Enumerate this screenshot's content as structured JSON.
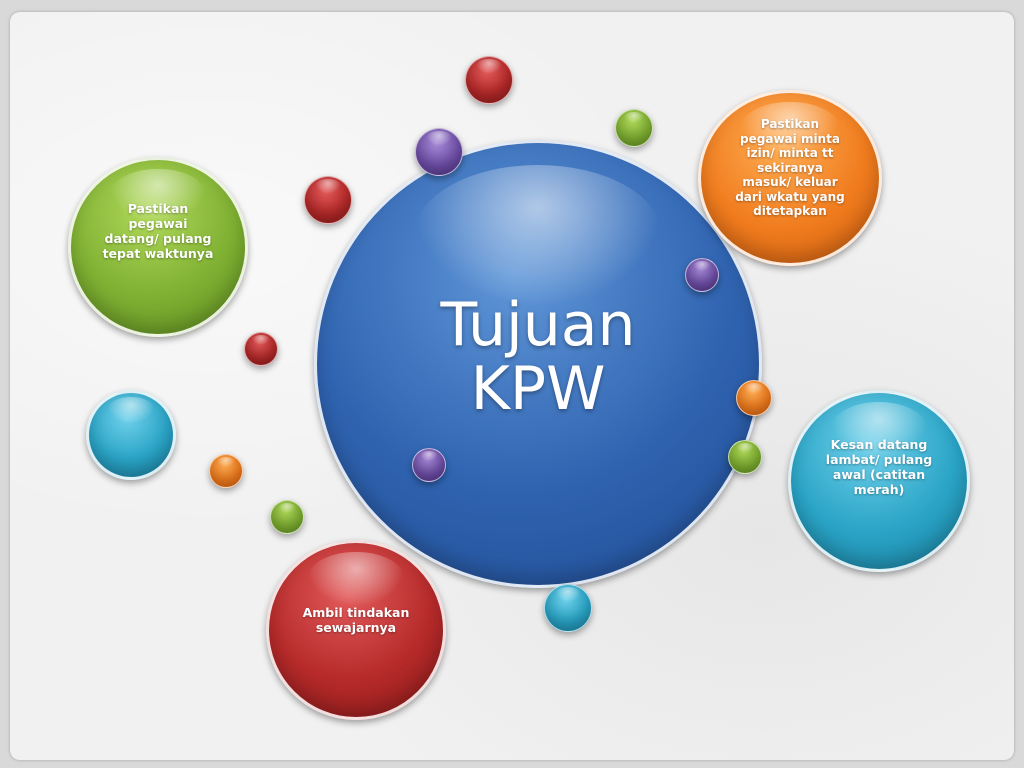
{
  "center": {
    "title_line1": "Tujuan",
    "title_line2": "KPW"
  },
  "bubbles": {
    "green": {
      "lines": [
        "Pastikan",
        "pegawai",
        "datang/ pulang",
        "tepat waktunya"
      ]
    },
    "orange": {
      "lines": [
        "Pastikan",
        "pegawai minta",
        "izin/ minta tt",
        "sekiranya",
        "masuk/ keluar",
        "dari wkatu yang",
        "ditetapkan"
      ]
    },
    "teal": {
      "lines": [
        "Kesan datang",
        "lambat/ pulang",
        "awal (catitan",
        "merah)"
      ]
    },
    "red": {
      "lines": [
        "Ambil tindakan",
        "sewajarnya"
      ]
    }
  },
  "colors": {
    "center": "#2f63b0",
    "green": "#7fb032",
    "orange": "#f07c1e",
    "teal": "#2aa4c6",
    "red": "#b62a2a",
    "purple": "#6f4fa8"
  }
}
